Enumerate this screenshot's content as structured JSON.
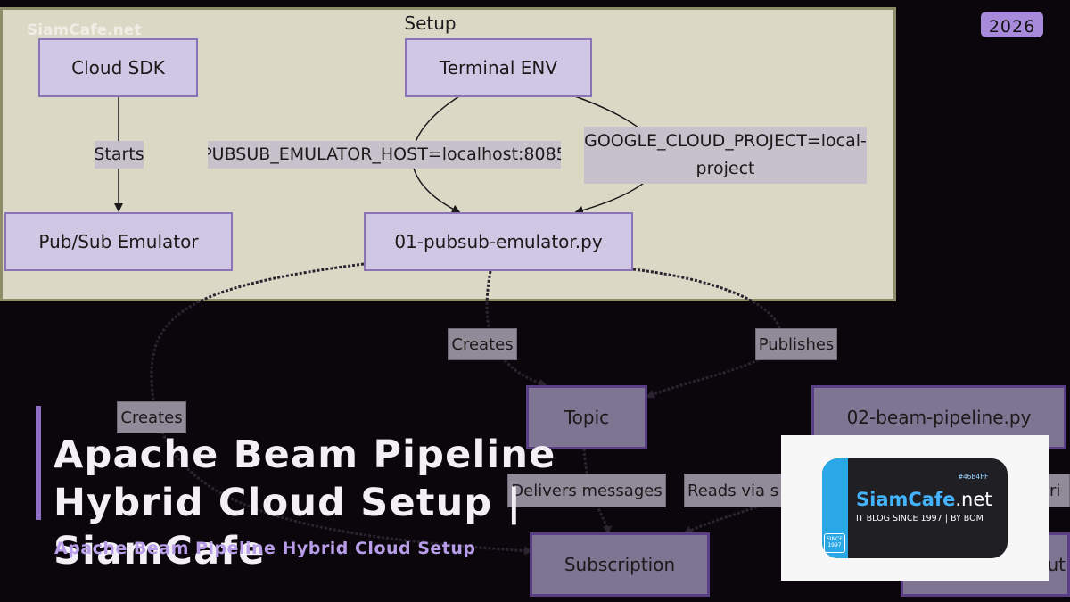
{
  "watermark": "SiamCafe.net",
  "year_badge": "2026",
  "diagram": {
    "group_title": "Setup",
    "nodes": {
      "cloud_sdk": "Cloud SDK",
      "terminal_env": "Terminal ENV",
      "pubsub_emulator": "Pub/Sub Emulator",
      "emulator_script": "01-pubsub-emulator.py",
      "topic": "Topic",
      "beam_pipeline": "02-beam-pipeline.py",
      "subscription": "Subscription",
      "partial_right": "out"
    },
    "edge_labels": {
      "starts": "Starts",
      "emulator_host": "PUBSUB_EMULATOR_HOST=localhost:8085",
      "cloud_project": "GOOGLE_CLOUD_PROJECT=local-project",
      "creates_topic": "Creates",
      "publishes": "Publishes",
      "creates_subscription": "Creates",
      "delivers": "Delivers messages",
      "reads_via": "Reads via s",
      "partial_right": "ri"
    }
  },
  "overlay": {
    "title": "Apache Beam Pipeline Hybrid Cloud Setup | SiamCafe",
    "subtitle": "Apache Beam Pipeline Hybrid Cloud Setup"
  },
  "logo": {
    "color_tag": "#46B4FF",
    "name_prefix": "SiamCafe",
    "name_suffix": ".net",
    "tagline": "IT BLOG SINCE 1997 | BY BOM",
    "since_label": "SINCE 1997"
  },
  "colors": {
    "accent": "#8f6fc6",
    "logo_blue": "#46b4ff",
    "setup_bg": "#dcd8c6",
    "node_fill": "#cfc7e4"
  }
}
